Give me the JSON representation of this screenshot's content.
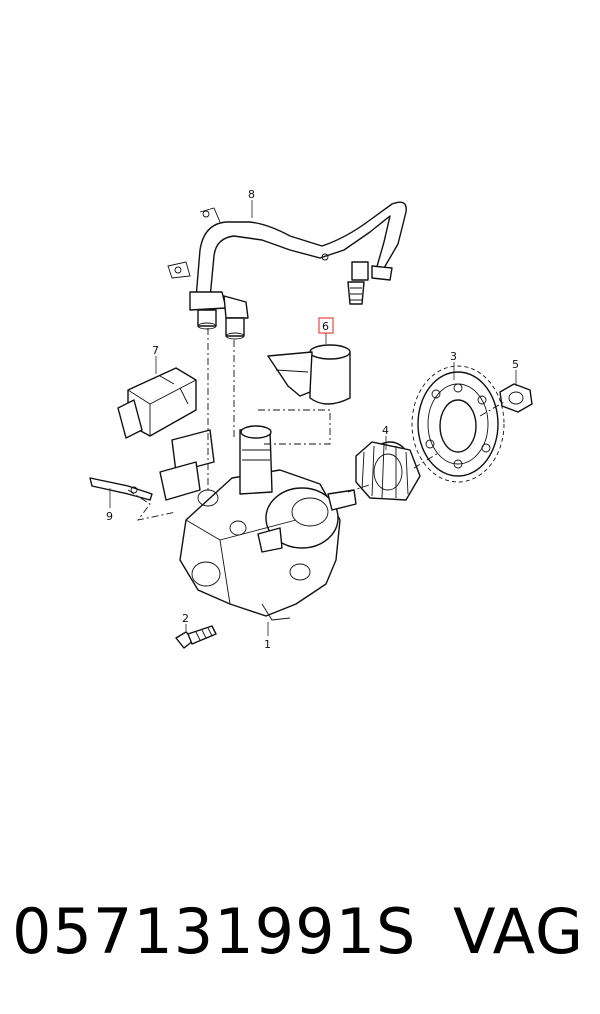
{
  "callouts": {
    "c1": "1",
    "c2": "2",
    "c3": "3",
    "c4": "4",
    "c5": "5",
    "c6": "6",
    "c7": "7",
    "c8": "8",
    "c9": "9"
  },
  "highlight_color": "#e8473f",
  "footer": {
    "part_number": "057131991S",
    "brand": "VAG"
  }
}
